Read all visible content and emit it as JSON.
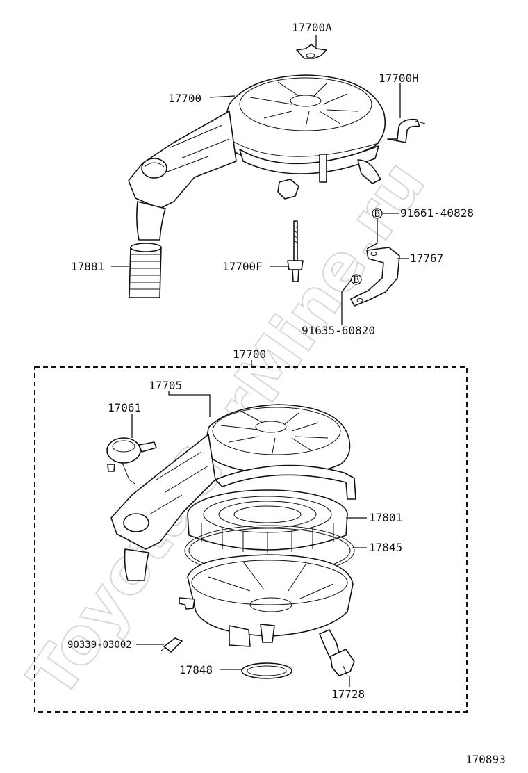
{
  "watermark": "ToyotaCarMine.ru",
  "diagram_number": "170893",
  "assembly_label": "17700",
  "callouts": {
    "c17700A": "17700A",
    "c17700H": "17700H",
    "c17700_top": "17700",
    "c91661": "91661-40828",
    "c17767": "17767",
    "c17881": "17881",
    "c17700F": "17700F",
    "c91635": "91635-60820",
    "c17705": "17705",
    "c17061": "17061",
    "c17801": "17801",
    "c17845": "17845",
    "c90339": "90339-03002",
    "c17848": "17848",
    "c17728": "17728"
  },
  "bolt_marker": "B"
}
